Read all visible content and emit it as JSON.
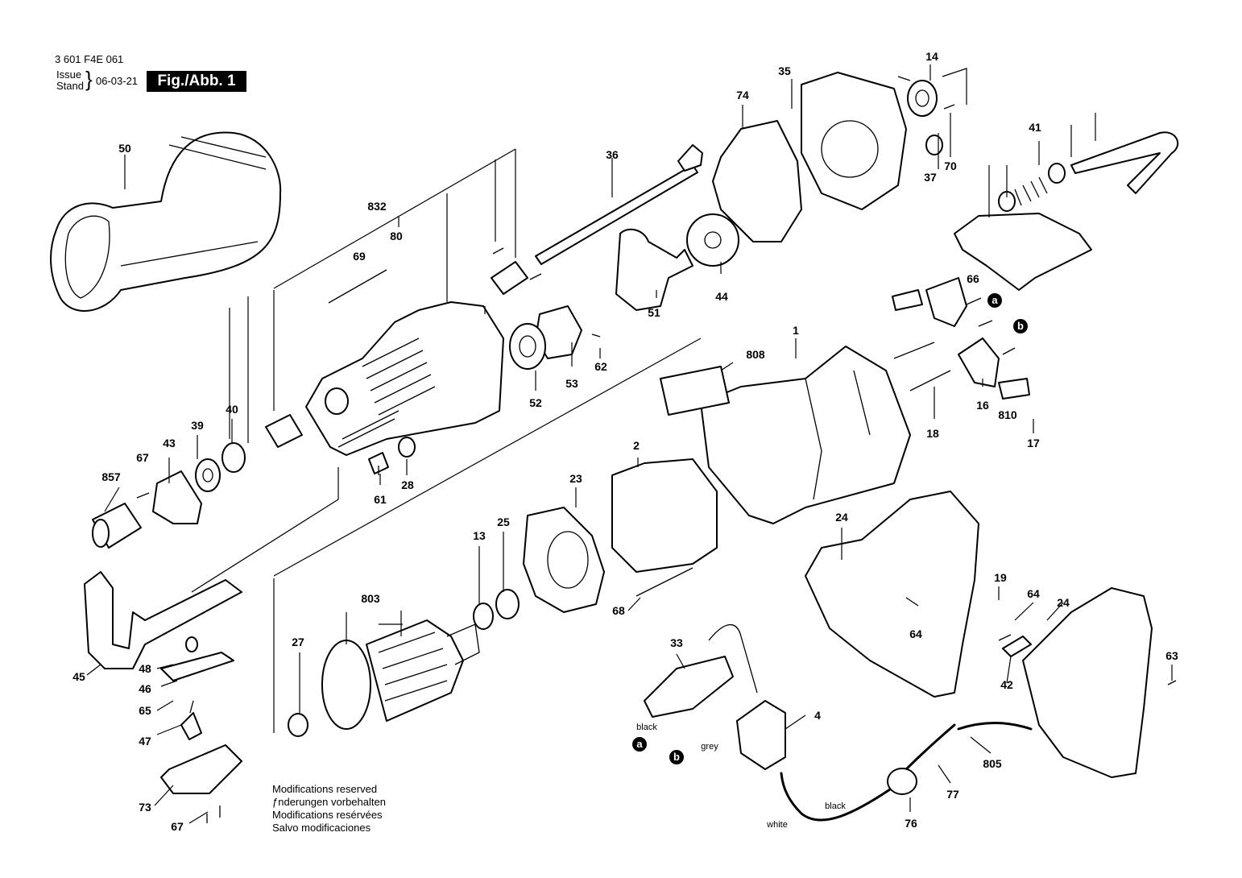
{
  "header": {
    "part_number": "3 601 F4E 061",
    "issue_label_line1": "Issue",
    "issue_label_line2": "Stand",
    "issue_date": "06-03-21",
    "figure_label": "Fig./Abb. 1"
  },
  "part_labels": [
    "50",
    "832",
    "80",
    "69",
    "36",
    "74",
    "35",
    "14",
    "70",
    "37",
    "41",
    "44",
    "51",
    "66",
    "53",
    "62",
    "52",
    "1",
    "808",
    "18",
    "16",
    "810",
    "17",
    "40",
    "39",
    "43",
    "67",
    "857",
    "61",
    "28",
    "2",
    "23",
    "25",
    "13",
    "68",
    "803",
    "27",
    "45",
    "48",
    "46",
    "65",
    "47",
    "73",
    "67",
    "33",
    "4",
    "24",
    "19",
    "64",
    "64",
    "42",
    "24",
    "63",
    "805",
    "77",
    "76"
  ],
  "connector_markers": [
    "a",
    "b",
    "a",
    "b"
  ],
  "wire_labels": [
    "black",
    "grey",
    "black",
    "white"
  ],
  "modifications_notice": [
    "Modifications reserved",
    "ƒnderungen vorbehalten",
    "Modifications resérvées",
    "Salvo modificaciones"
  ]
}
